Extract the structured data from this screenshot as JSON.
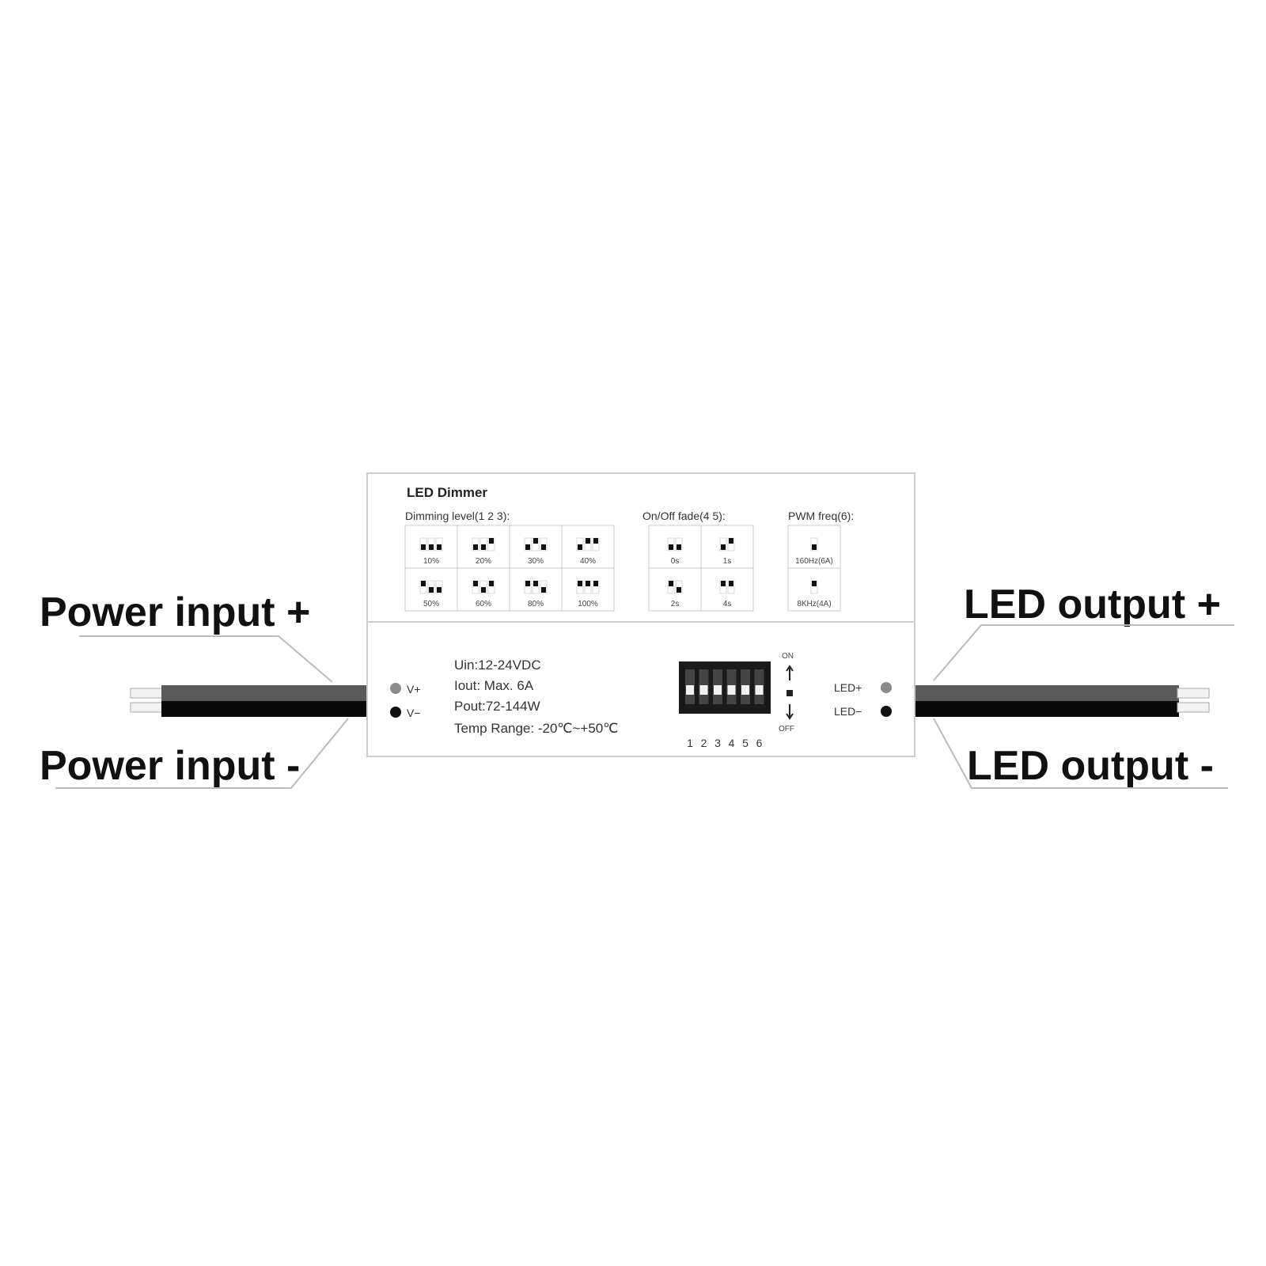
{
  "callouts": {
    "power_plus": "Power input +",
    "power_minus": "Power input -",
    "led_plus": "LED output +",
    "led_minus": "LED output -"
  },
  "device": {
    "title": "LED Dimmer",
    "dimming_header": "Dimming level(1 2 3):",
    "dimming_levels": [
      "10%",
      "20%",
      "30%",
      "40%",
      "50%",
      "60%",
      "80%",
      "100%"
    ],
    "fade_header": "On/Off fade(4 5):",
    "fade_options": [
      "0s",
      "1s",
      "2s",
      "4s"
    ],
    "pwm_header": "PWM freq(6):",
    "pwm_options": [
      "160Hz(6A)",
      "8KHz(4A)"
    ],
    "terminal_v_plus": "V+",
    "terminal_v_minus": "V−",
    "terminal_led_plus": "LED+",
    "terminal_led_minus": "LED−",
    "spec_uin": "Uin:12-24VDC",
    "spec_iout": "Iout: Max. 6A",
    "spec_pout": "Pout:72-144W",
    "spec_temp": "Temp Range: -20℃~+50℃",
    "switch_on": "ON",
    "switch_off": "OFF",
    "switch_numbers": [
      "1",
      "2",
      "3",
      "4",
      "5",
      "6"
    ]
  },
  "colors": {
    "wire_top": "#5a5a5a",
    "wire_bottom": "#0a0a0a",
    "terminal_plus": "#8c8c8c",
    "terminal_minus": "#111111",
    "text": "#111111"
  }
}
